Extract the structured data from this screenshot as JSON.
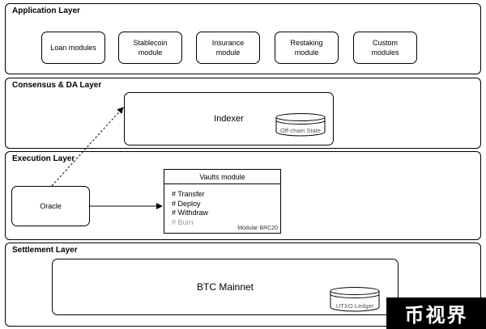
{
  "layers": {
    "application": {
      "title": "Application Layer",
      "modules": [
        {
          "label": "Loan modules"
        },
        {
          "label": "Stablecoin module"
        },
        {
          "label": "Insurance module"
        },
        {
          "label": "Restaking module"
        },
        {
          "label": "Custom modules"
        }
      ]
    },
    "consensus": {
      "title": "Consensus & DA Layer",
      "indexer": {
        "label": "Indexer",
        "storage_label": "Off-chain State"
      }
    },
    "execution": {
      "title": "Execution Layer",
      "oracle": {
        "label": "Oracle"
      },
      "vaults": {
        "title": "Vaults module",
        "items": [
          {
            "label": "# Transfer",
            "enabled": true
          },
          {
            "label": "# Deploy",
            "enabled": true
          },
          {
            "label": "# Withdraw",
            "enabled": true
          },
          {
            "label": "# Burn",
            "enabled": false
          }
        ],
        "tag": "Modular BRC20"
      }
    },
    "settlement": {
      "title": "Settlement Layer",
      "mainnet": {
        "label": "BTC Mainnet",
        "storage_label": "UTXO Ledger"
      }
    }
  },
  "edges": [
    {
      "from": "oracle",
      "to": "indexer",
      "style": "dashed"
    },
    {
      "from": "oracle",
      "to": "vaults",
      "style": "solid"
    }
  ],
  "watermark": "币视界"
}
